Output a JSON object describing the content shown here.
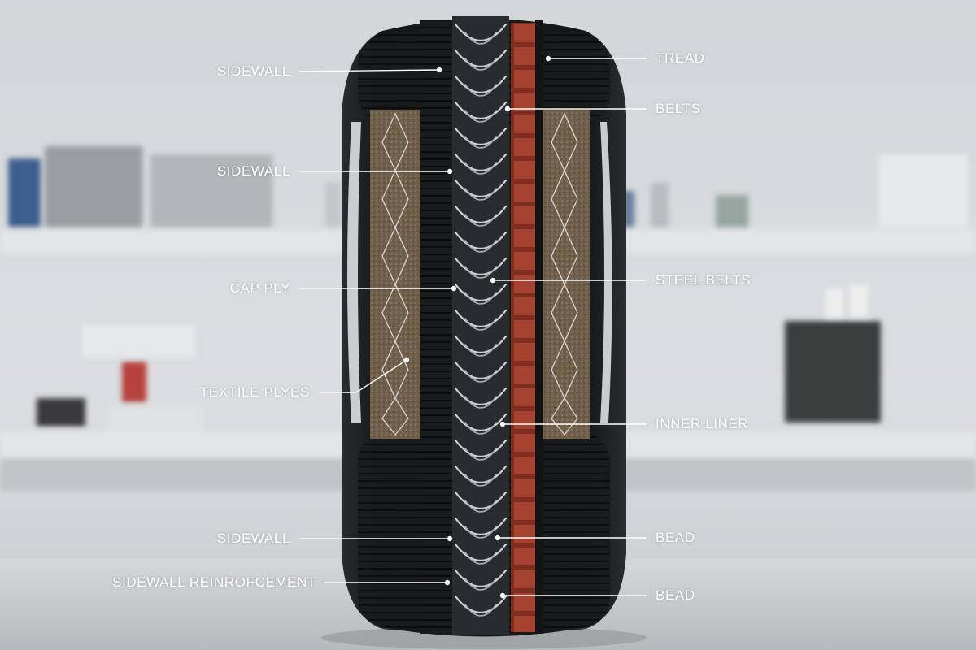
{
  "diagram": {
    "left_labels": [
      {
        "id": "sidewall-1",
        "text": "SIDEWALL"
      },
      {
        "id": "sidewall-2",
        "text": "SIDEWALL"
      },
      {
        "id": "cap-ply",
        "text": "CAP PLY"
      },
      {
        "id": "textile-plyes",
        "text": "TEXTILE PLYES"
      },
      {
        "id": "sidewall-3",
        "text": "SIDEWALL"
      },
      {
        "id": "sidewall-reinforcement",
        "text": "SIDEWALL REINROFCEMENT"
      }
    ],
    "right_labels": [
      {
        "id": "tread",
        "text": "TREAD"
      },
      {
        "id": "belts",
        "text": "BELTS"
      },
      {
        "id": "steel-belts",
        "text": "STEEL BELTS"
      },
      {
        "id": "inner-liner",
        "text": "INNER LINER"
      },
      {
        "id": "bead-1",
        "text": "BEAD"
      },
      {
        "id": "bead-2",
        "text": "BEAD"
      }
    ]
  },
  "colors": {
    "background": "#d9dadc",
    "shelf": "#e6e7e9",
    "tire_rubber": "#1c1d1f",
    "sidewall_fill": "#7a6a55",
    "steel_cord": "#c9ccd0",
    "red_belt": "#9b3a28",
    "label": "#ffffff"
  }
}
